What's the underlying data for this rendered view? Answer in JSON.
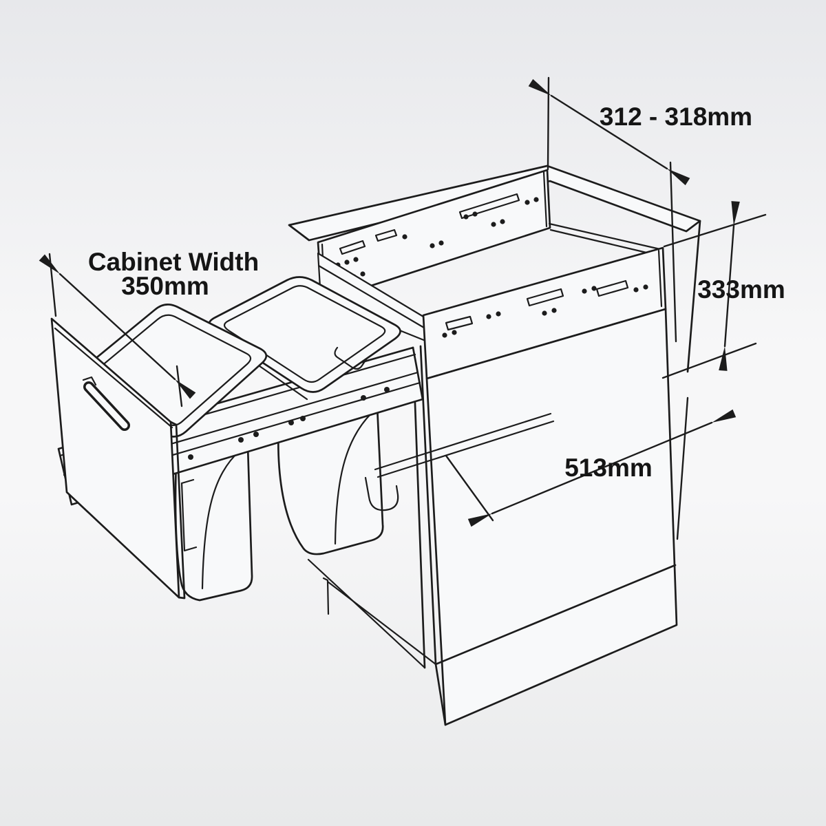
{
  "diagram": {
    "colors": {
      "line": "#1c1c1c",
      "text": "#151515",
      "face": "#f8f9fa",
      "background_top": "#e7e8eb",
      "background_mid": "#f7f7f8",
      "background_bottom": "#e8e9ea"
    },
    "annotations": {
      "width_range": {
        "label": "312 - 318mm"
      },
      "height": {
        "label": "333mm"
      },
      "cabinet_width": {
        "line1": "Cabinet Width",
        "line2": "350mm"
      },
      "depth": {
        "label": "513mm"
      }
    }
  }
}
